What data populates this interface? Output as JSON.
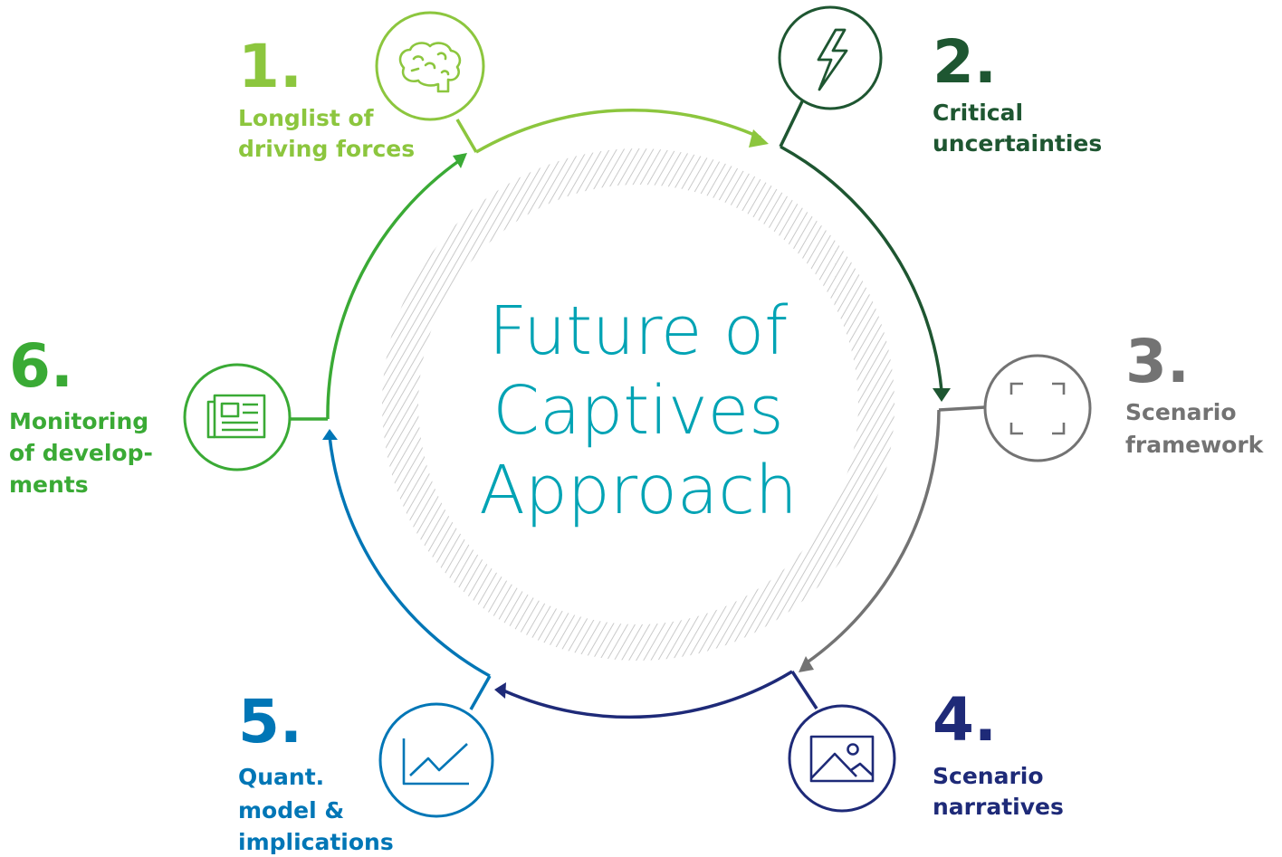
{
  "title_lines": [
    "Future of",
    "Captives",
    "Approach"
  ],
  "steps": [
    {
      "number": "1.",
      "label_lines": [
        "Longlist of",
        "driving forces"
      ],
      "icon": "brain-icon",
      "color": "#8cc63e"
    },
    {
      "number": "2.",
      "label_lines": [
        "Critical",
        "uncertainties"
      ],
      "icon": "lightning-icon",
      "color": "#1e5631"
    },
    {
      "number": "3.",
      "label_lines": [
        "Scenario",
        "framework"
      ],
      "icon": "frame-corners-icon",
      "color": "#737373"
    },
    {
      "number": "4.",
      "label_lines": [
        "Scenario",
        "narratives"
      ],
      "icon": "landscape-image-icon",
      "color": "#1e2a78"
    },
    {
      "number": "5.",
      "label_lines": [
        "Quant.",
        "model &",
        "implications"
      ],
      "icon": "line-chart-icon",
      "color": "#0076b6"
    },
    {
      "number": "6.",
      "label_lines": [
        "Monitoring",
        "of develop-",
        "ments"
      ],
      "icon": "newspaper-icon",
      "color": "#3aaa35"
    }
  ]
}
